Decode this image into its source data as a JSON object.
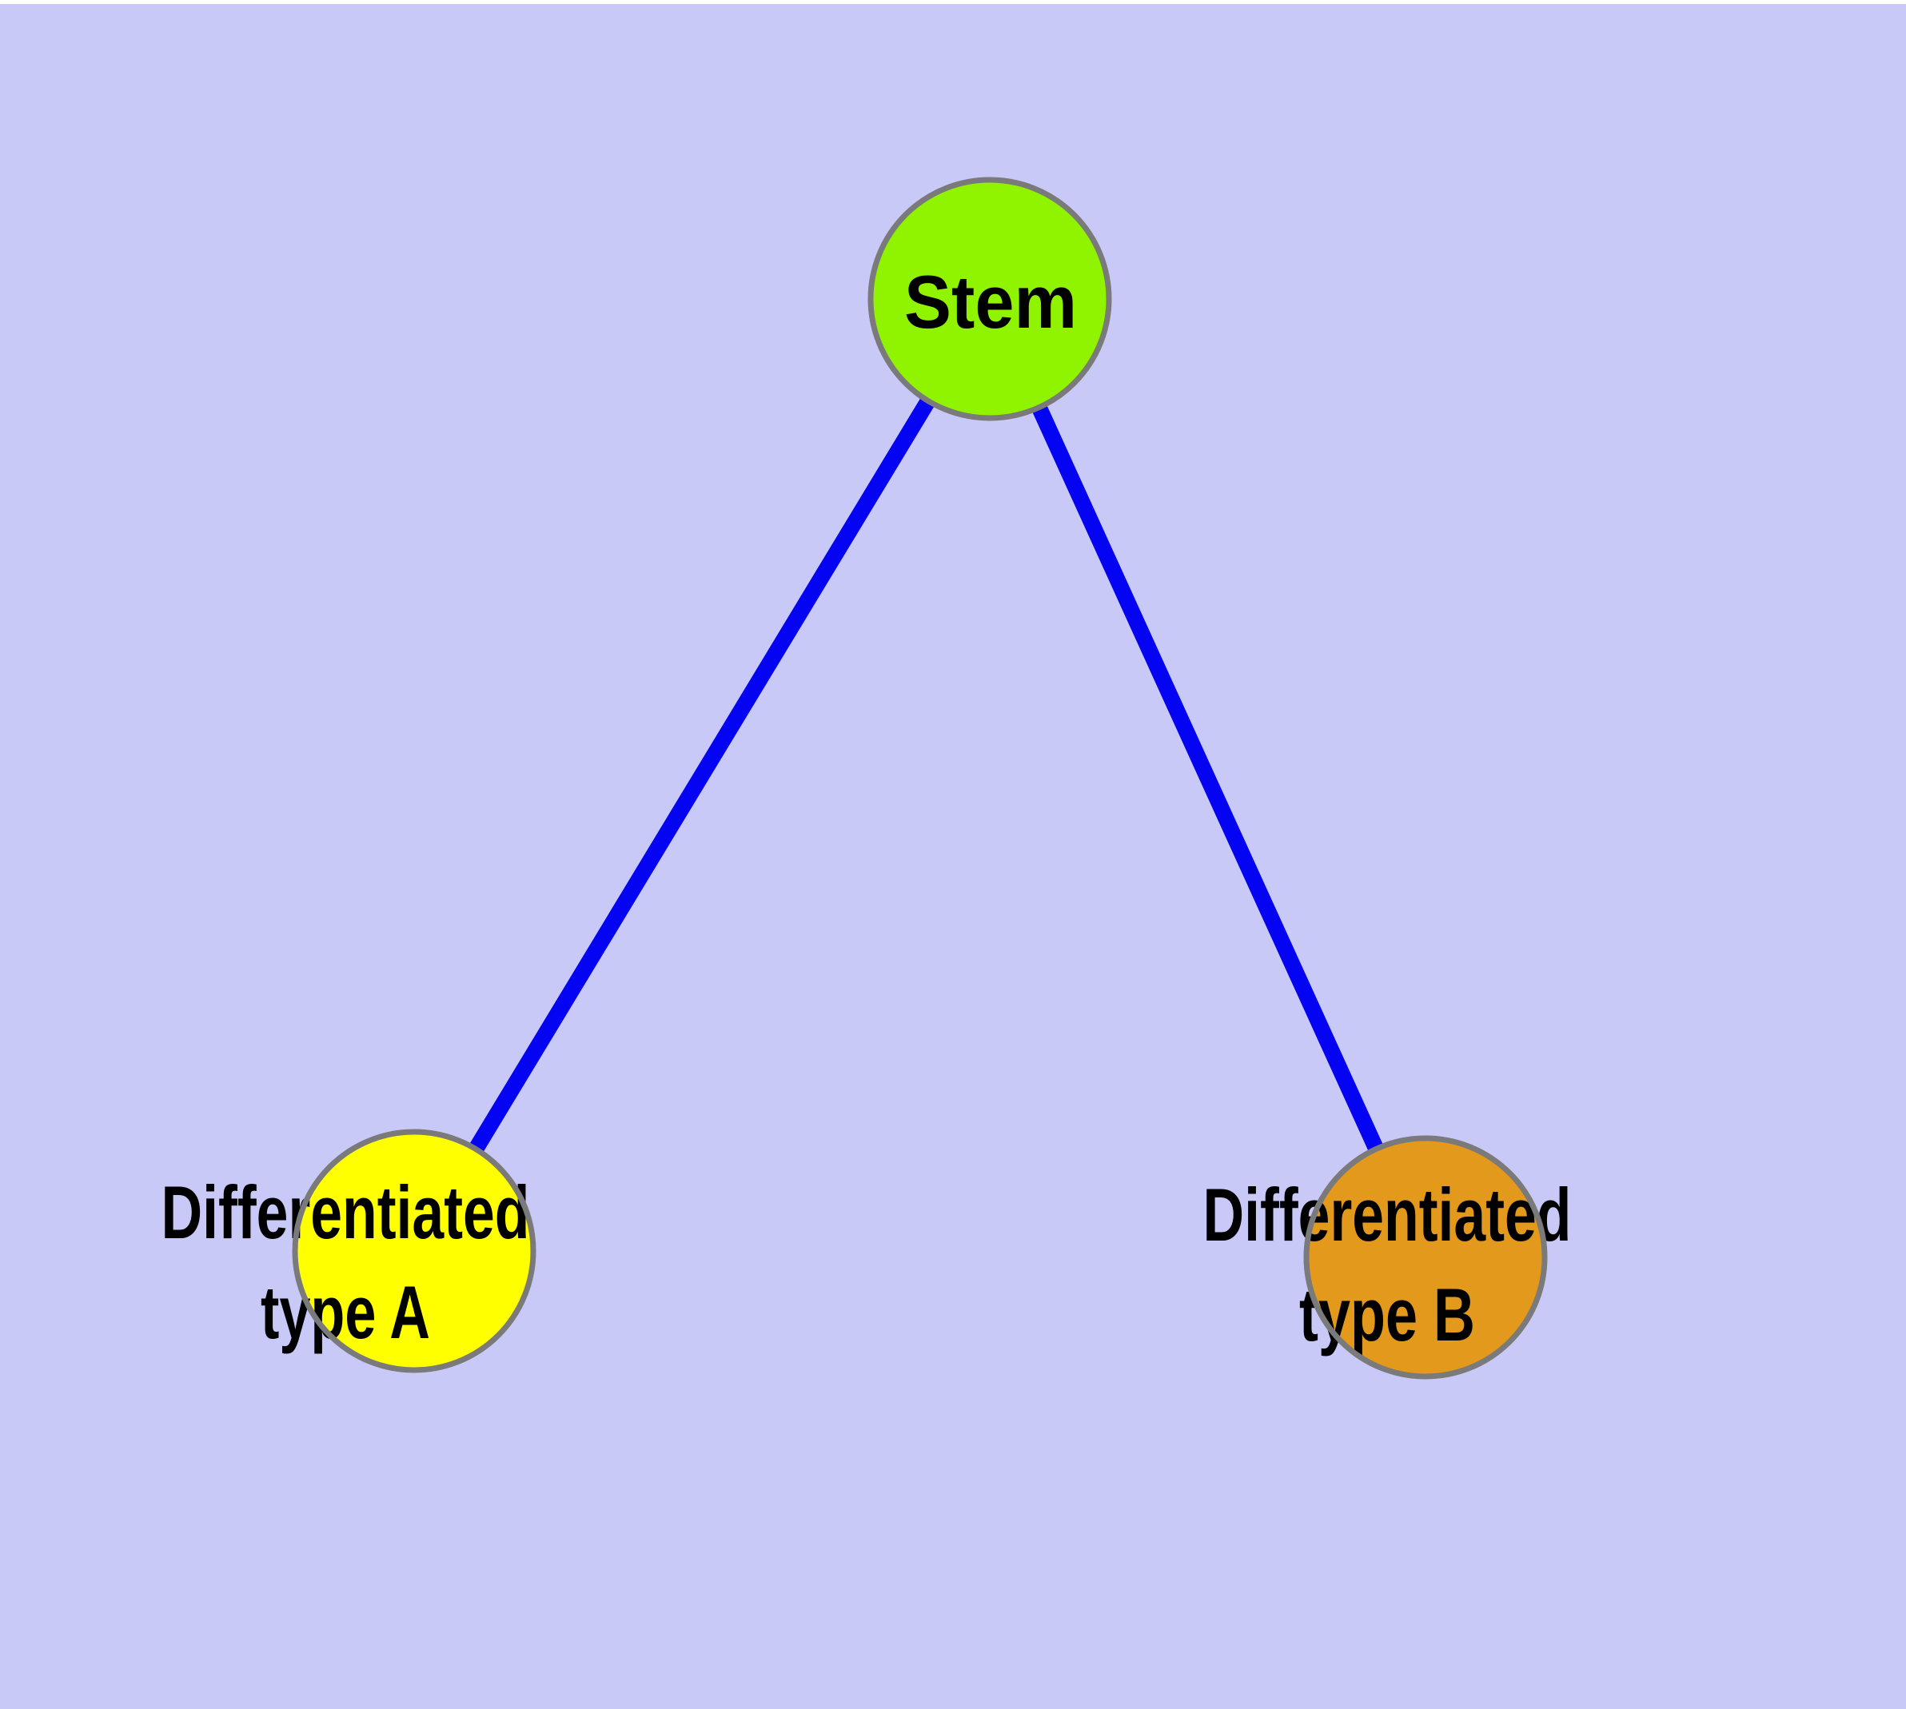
{
  "diagram": {
    "title": "Stem cell differentiation graph",
    "background_color": "#C9C9F8",
    "top_border_color": "#FFFFFF",
    "edge_color": "#0404F2",
    "node_border_color": "#7A7A7A",
    "label_color": "#000000",
    "nodes": [
      {
        "id": "stem",
        "label": "Stem",
        "fill": "#90F400",
        "line1": "Stem",
        "line2": ""
      },
      {
        "id": "type-a",
        "label": "Differentiated type A",
        "fill": "#FFFF00",
        "line1": "Differentiated",
        "line2": "type A"
      },
      {
        "id": "type-b",
        "label": "Differentiated type B",
        "fill": "#E2991C",
        "line1": "Differentiated",
        "line2": "type B"
      }
    ],
    "edges": [
      {
        "from": "stem",
        "to": "type-a"
      },
      {
        "from": "stem",
        "to": "type-b"
      }
    ]
  }
}
